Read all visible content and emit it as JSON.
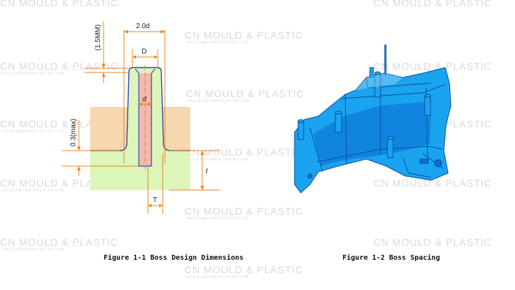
{
  "watermark": {
    "brand": "CN MOULD & PLASTIC",
    "email": "SALES.A@CNMOULDPLAS.COM"
  },
  "figure1": {
    "caption": "Figure 1-1 Boss Design Dimensions",
    "labels": {
      "outer_diameter": "2.0d",
      "top_height": "(1.5MM)",
      "boss_diameter": "D",
      "hole_diameter": "d",
      "fillet": "0.3(max)",
      "wall_thickness": "t",
      "base_thickness": "T"
    },
    "colors": {
      "upper_wall": "#f6d7b0",
      "lower_wall": "#dcf5b8",
      "boss": "#dcf5b8",
      "outline": "#2f46b5",
      "dimension": "#e8841e",
      "hole": "#f3b9b0"
    }
  },
  "figure2": {
    "caption": "Figure 1-2 Boss Spacing",
    "colors": {
      "part": "#1aa3ef",
      "edge": "#0b4f9a",
      "dark": "#0a6ed1"
    }
  }
}
